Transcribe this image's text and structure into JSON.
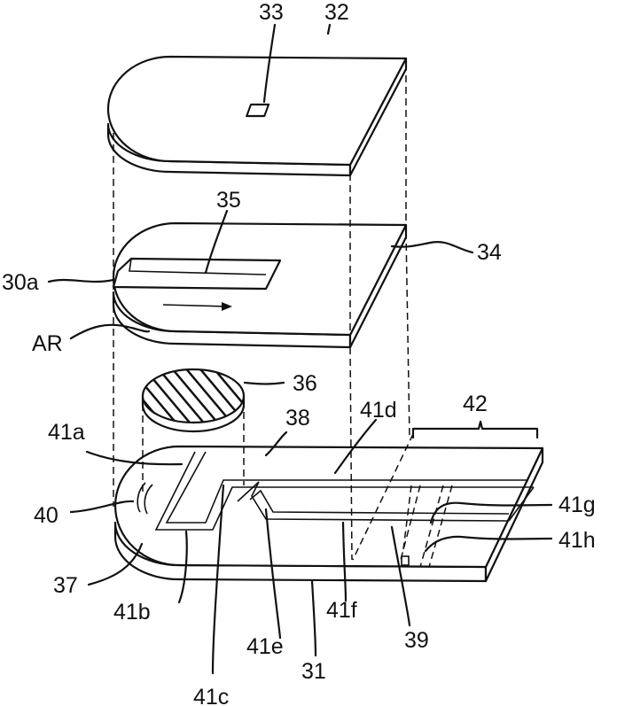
{
  "labels": {
    "l33": "33",
    "l32": "32",
    "l35": "35",
    "l34": "34",
    "l30a": "30a",
    "lAR": "AR",
    "l36": "36",
    "l38": "38",
    "l41d": "41d",
    "l42": "42",
    "l41a": "41a",
    "l40": "40",
    "l41g": "41g",
    "l41h": "41h",
    "l37": "37",
    "l41b": "41b",
    "l41f": "41f",
    "l39": "39",
    "l41e": "41e",
    "l31": "31",
    "l41c": "41c"
  }
}
